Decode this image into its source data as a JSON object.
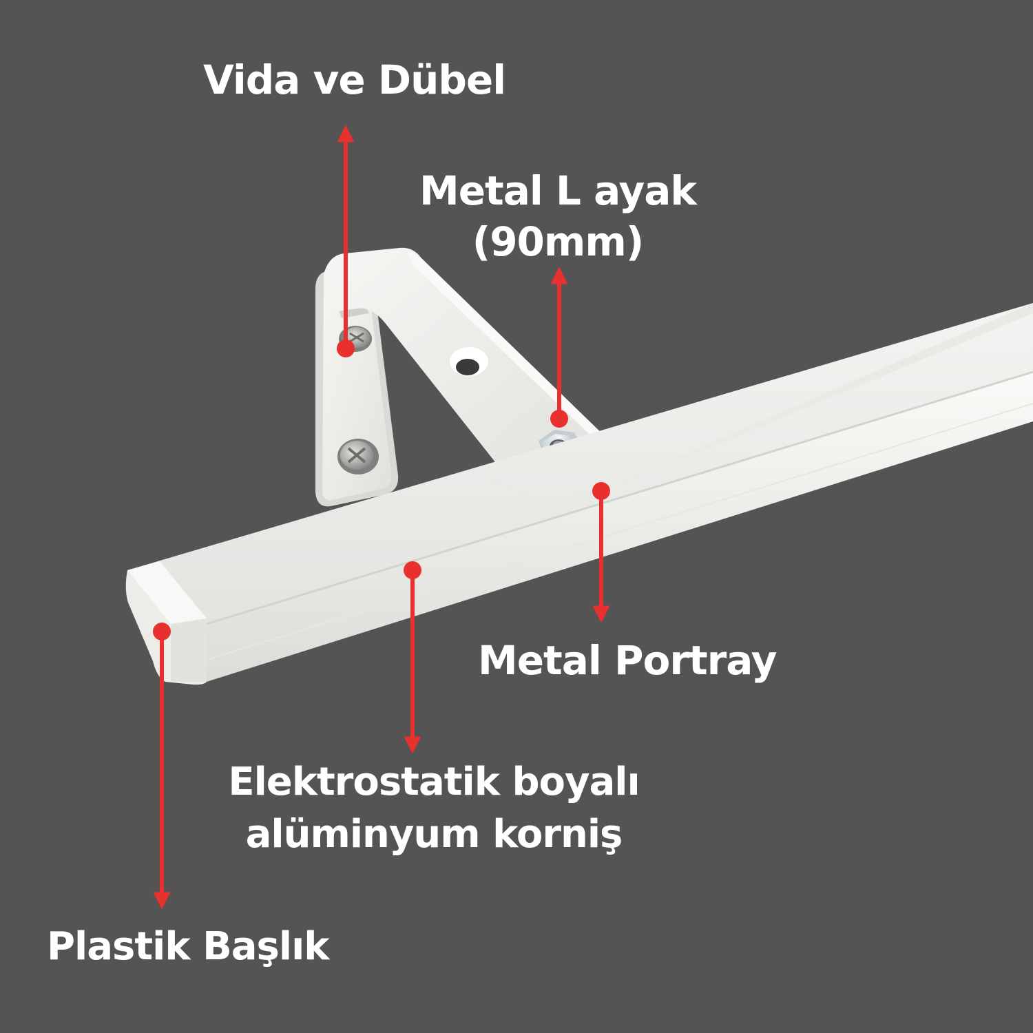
{
  "labels": {
    "screw_and_dowel": "Vida ve Dübel",
    "l_bracket_line1": "Metal L ayak",
    "l_bracket_line2": "(90mm)",
    "metal_carrier": "Metal Portray",
    "rail_line1": "Elektrostatik boyalı",
    "rail_line2": "alüminyum korniş",
    "plastic_cap": "Plastik Başlık"
  },
  "colors": {
    "background": "#545454",
    "callout": "#e8302e",
    "text": "#ffffff",
    "part": "#eeeeec"
  }
}
